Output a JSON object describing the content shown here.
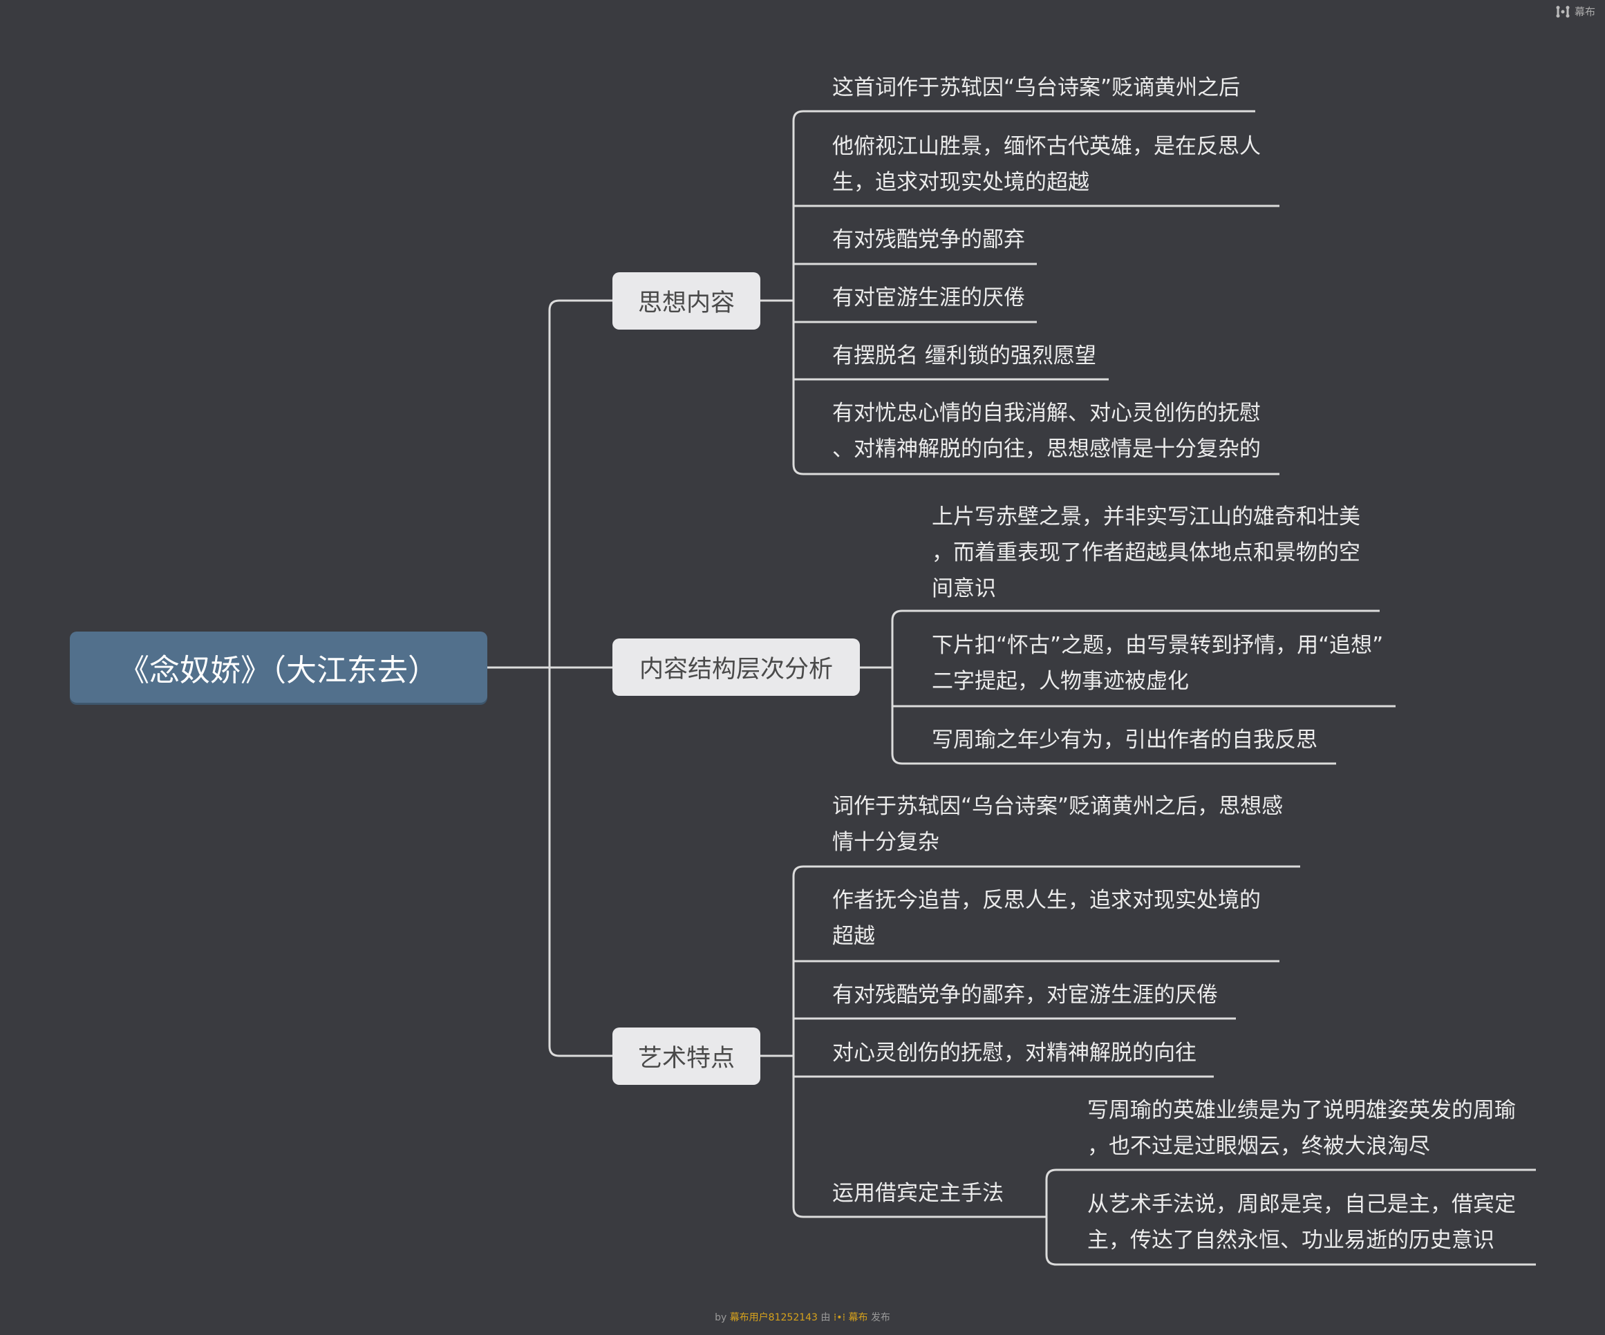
{
  "brand": {
    "name": "幕布",
    "icon": "mubu-logo-icon"
  },
  "root": {
    "label": "《念奴娇》（大江东去）",
    "color": "#52708c"
  },
  "branches": [
    {
      "label": "思想内容",
      "leaves": [
        {
          "lines": [
            "这首词作于苏轼因“乌台诗案”贬谪黄州之后"
          ]
        },
        {
          "lines": [
            "他俯视江山胜景，缅怀古代英雄，是在反思人",
            "生，追求对现实处境的超越"
          ]
        },
        {
          "lines": [
            "有对残酷党争的鄙弃"
          ]
        },
        {
          "lines": [
            "有对宦游生涯的厌倦"
          ]
        },
        {
          "lines": [
            "有摆脱名 缰利锁的强烈愿望"
          ]
        },
        {
          "lines": [
            "有对忧忠心情的自我消解、对心灵创伤的抚慰",
            "、对精神解脱的向往，思想感情是十分复杂的"
          ]
        }
      ]
    },
    {
      "label": "内容结构层次分析",
      "leaves": [
        {
          "lines": [
            "上片写赤壁之景，并非实写江山的雄奇和壮美",
            "，而着重表现了作者超越具体地点和景物的空",
            "间意识"
          ]
        },
        {
          "lines": [
            "下片扣“怀古”之题，由写景转到抒情，用“追想”",
            "二字提起，人物事迹被虚化"
          ]
        },
        {
          "lines": [
            "写周瑜之年少有为，引出作者的自我反思"
          ]
        }
      ]
    },
    {
      "label": "艺术特点",
      "leaves": [
        {
          "lines": [
            "词作于苏轼因“乌台诗案”贬谪黄州之后，思想感",
            "情十分复杂"
          ]
        },
        {
          "lines": [
            "作者抚今追昔，反思人生，追求对现实处境的",
            "超越"
          ]
        },
        {
          "lines": [
            "有对残酷党争的鄙弃，对宦游生涯的厌倦"
          ]
        },
        {
          "lines": [
            "对心灵创伤的抚慰，对精神解脱的向往"
          ]
        },
        {
          "lines": [
            "运用借宾定主手法"
          ],
          "children": [
            {
              "lines": [
                "写周瑜的英雄业绩是为了说明雄姿英发的周瑜",
                "，也不过是过眼烟云，终被大浪淘尽"
              ]
            },
            {
              "lines": [
                "从艺术手法说，周郎是宾，自己是主，借宾定",
                "主，传达了自然永恒、功业易逝的历史意识"
              ]
            }
          ]
        }
      ]
    }
  ],
  "footer": {
    "by": "by",
    "user": "幕布用户81252143",
    "via": "由",
    "brand": "幕布",
    "action": "发布"
  },
  "colors": {
    "background": "#3a3b40",
    "line": "#dcdcdc",
    "branch_bg": "#e9e9eb",
    "accent": "#d6a21c"
  }
}
